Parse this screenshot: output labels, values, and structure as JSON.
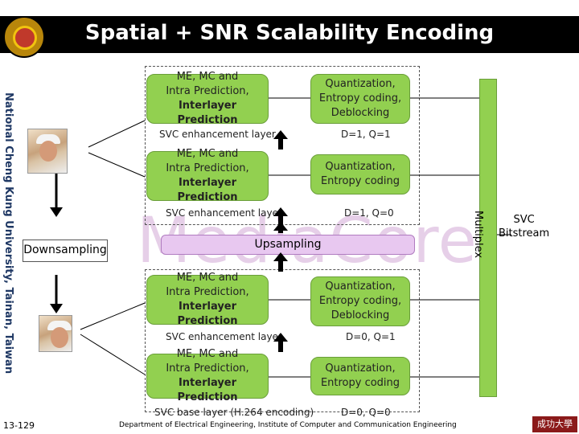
{
  "title": "Spatial + SNR Scalability Encoding",
  "side_text": "National Cheng Kung University, Tainan, Taiwan",
  "watermark": "MediaCore",
  "blocks": [
    {
      "left_lines": [
        "ME, MC and",
        "Intra Prediction,"
      ],
      "left_bold": "Interlayer Prediction",
      "right_lines": [
        "Quantization,",
        "Entropy coding,",
        "Deblocking"
      ],
      "layer_label": "SVC enhancement layer",
      "dq_label": "D=1, Q=1"
    },
    {
      "left_lines": [
        "ME, MC and",
        "Intra Prediction,"
      ],
      "left_bold": "Interlayer Prediction",
      "right_lines": [
        "Quantization,",
        "Entropy coding"
      ],
      "layer_label": "SVC enhancement layer",
      "dq_label": "D=1, Q=0"
    },
    {
      "left_lines": [
        "ME, MC and",
        "Intra Prediction,"
      ],
      "left_bold": "Interlayer Prediction",
      "right_lines": [
        "Quantization,",
        "Entropy coding,",
        "Deblocking"
      ],
      "layer_label": "SVC enhancement layer",
      "dq_label": "D=0, Q=1"
    },
    {
      "left_lines": [
        "ME, MC and",
        "Intra Prediction,"
      ],
      "left_bold": "Interlayer Prediction",
      "right_lines": [
        "Quantization,",
        "Entropy coding"
      ],
      "layer_label": "SVC base layer (H.264 encoding)",
      "dq_label": "D=0, Q=0"
    }
  ],
  "upsampling": "Upsampling",
  "downsampling": "Downsampling",
  "multiplex": "Multiplex",
  "svc_stream": [
    "SVC",
    "Bitstream"
  ],
  "footer": "Department of Electrical Engineering, Institute of Computer and Communication Engineering",
  "page_number": "13-129",
  "univ_logo_text": "成功大學",
  "colors": {
    "box_fill": "#92d050",
    "upsampling_fill": "#e8c8f0",
    "title_bar": "#000000"
  }
}
